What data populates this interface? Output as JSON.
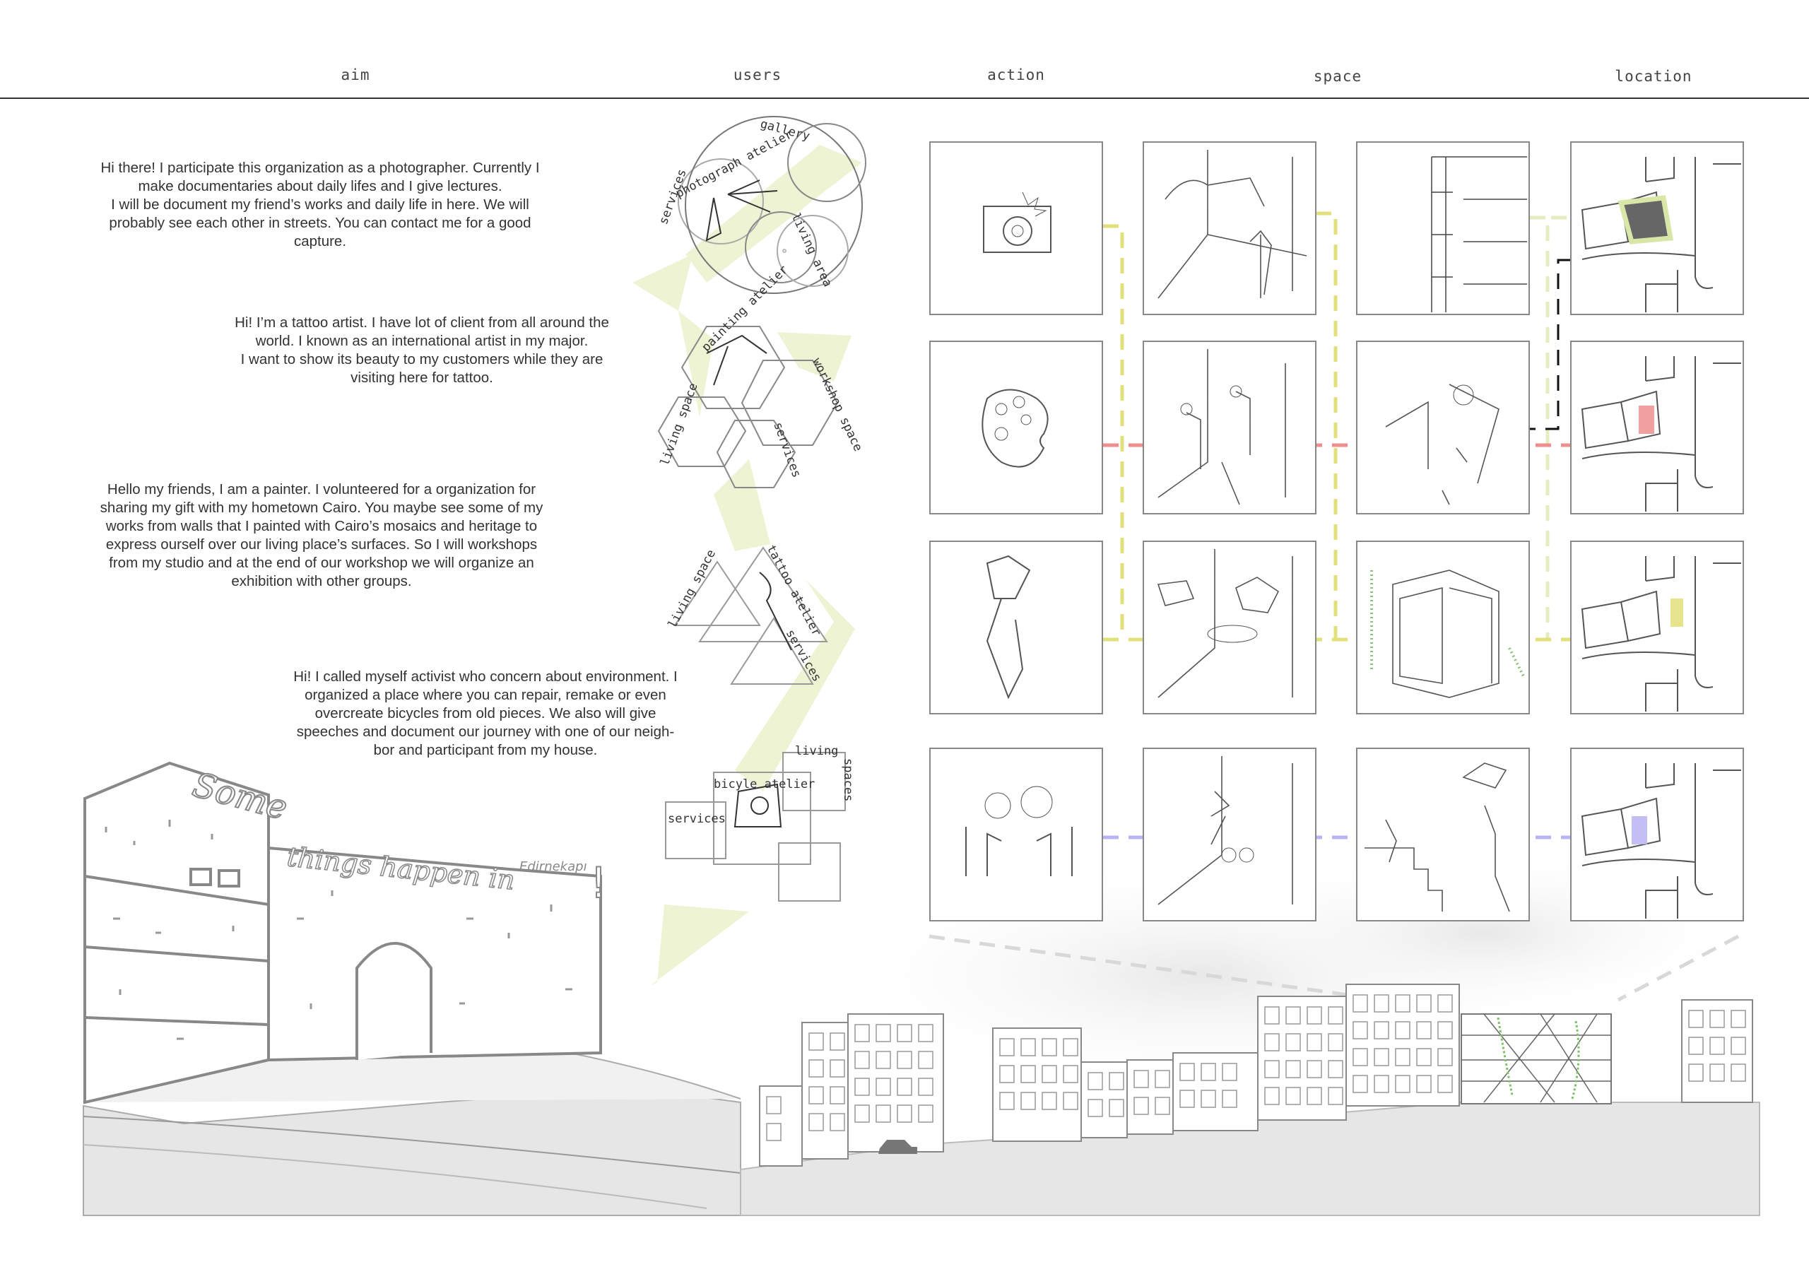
{
  "header": {
    "columns": [
      "aim",
      "users",
      "action",
      "space",
      "location"
    ]
  },
  "users": [
    {
      "role": "photographer",
      "text": "Hi there! I participate this organization as a photographer. Currently I\nmake documentaries about daily lifes and I give lectures.\nI will be document my friend’s works and daily life in here. We will\nprobably see each other in streets. You can contact me for a good\ncapture.",
      "diagram_labels": [
        "services",
        "photograph atelier",
        "gallery",
        "living area"
      ],
      "link_color": "#e2e07a"
    },
    {
      "role": "tattoo artist",
      "text": "Hi! I’m a tattoo artist. I have lot of client from all around the\nworld. I known as an international artist in my major.\nI want to show its beauty to my customers while they are\nvisiting here for tattoo.",
      "diagram_labels": [
        "painting atelier",
        "workshop space",
        "living space",
        "services"
      ],
      "link_color": "#ef8e8e"
    },
    {
      "role": "painter",
      "text": "Hello my friends, I am a painter. I volunteered for a organization for\nsharing my gift with my hometown Cairo. You maybe see some of my\nworks from walls that I painted with Cairo’s mosaics and heritage to\nexpress ourself over our living place’s surfaces. So I will workshops\nfrom my studio and at the end of our workshop we will organize an\nexhibition with other groups.",
      "diagram_labels": [
        "living space",
        "tattoo atelier",
        "services"
      ],
      "link_color": "#e2e07a"
    },
    {
      "role": "activist",
      "text": "Hi! I called myself activist who concern about environment. I\norganized a place where you can repair, remake or even\novercreate bicycles from old pieces. We also will give\nspeeches and document our journey with one of our neigh-\nbor and participant from my house.",
      "diagram_labels": [
        "living",
        "spaces",
        "bicyle atelier",
        "services"
      ],
      "link_color": "#b8b4f2"
    }
  ],
  "graffiti": [
    "Some",
    "things happen in",
    "Edirnekapı",
    "!"
  ],
  "colors": {
    "accent_green": "#eef3d4",
    "yellow": "#e2e07a",
    "red": "#ef8e8e",
    "purple": "#b8b4f2",
    "ground": "#e6e6e6"
  }
}
